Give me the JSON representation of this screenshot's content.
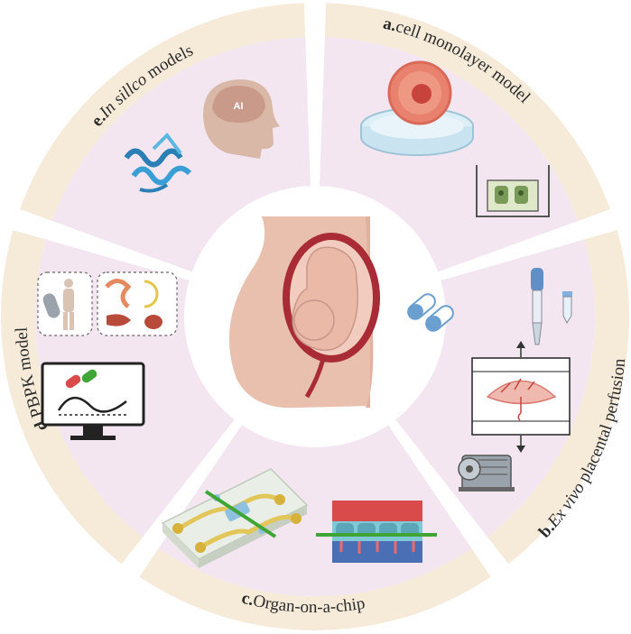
{
  "diagram": {
    "segments": [
      {
        "letter": "a.",
        "label": "cell monolayer model",
        "label_style": "normal"
      },
      {
        "letter": "b.",
        "label_italic": "Ex vivo",
        "label": " placental perfusion",
        "label_style": "mixed"
      },
      {
        "letter": "c.",
        "label": "Organ-on-a-chip",
        "label_style": "normal"
      },
      {
        "letter": "d.",
        "label": "PBPK model",
        "label_style": "normal"
      },
      {
        "letter": "e.",
        "label_italic": "In sillco",
        "label": " models",
        "label_style": "mixed"
      }
    ],
    "icons": {
      "brain_text": "AI",
      "a": [
        "petri-dish-icon",
        "cell-icon",
        "transwell-icon"
      ],
      "b": [
        "pipette-icon",
        "tube-icon",
        "placenta-chamber-icon",
        "air-pump-icon"
      ],
      "c": [
        "microfluidic-chip-icon",
        "tissue-barrier-icon"
      ],
      "d": [
        "body-organs-icon",
        "digestive-organs-icon",
        "computer-monitor-icon"
      ],
      "e": [
        "ai-head-icon",
        "protein-structure-icon"
      ],
      "center": [
        "pregnant-abdomen-icon",
        "fetus-icon",
        "capsule-pills-icon"
      ]
    },
    "colors": {
      "outer_ring": "#f6ead9",
      "inner_fill": "#f3e6f1",
      "skin": "#e9bfae",
      "uterus": "#a82b35",
      "accent_blue": "#6b9fd0",
      "line_green": "#3fa535"
    }
  }
}
